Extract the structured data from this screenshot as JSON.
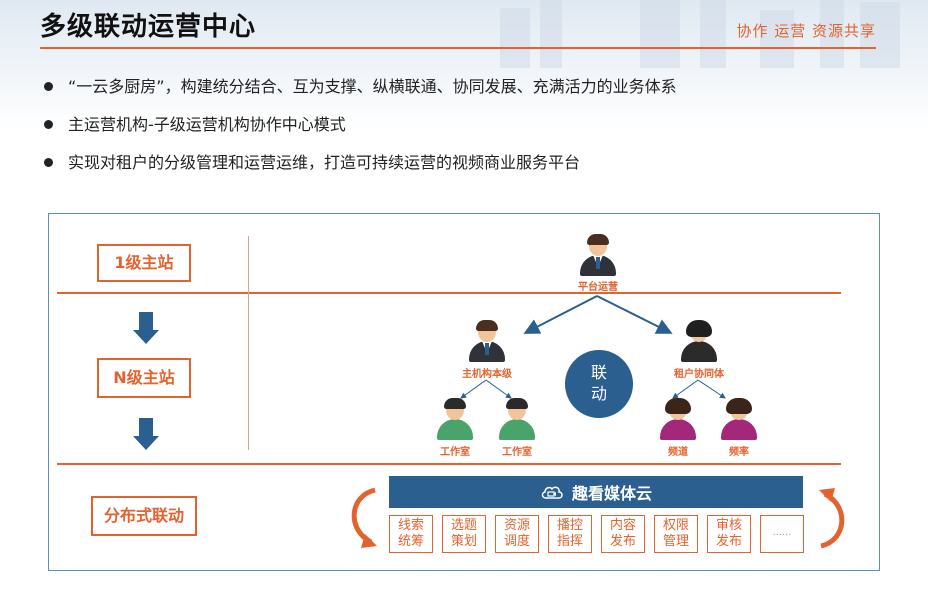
{
  "header": {
    "title": "多级联动运营中心",
    "tagline": "协作 运营 资源共享"
  },
  "bullets": [
    "“一云多厨房”，构建统分结合、互为支撑、纵横联通、协同发展、充满活力的业务体系",
    "主运营机构-子级运营机构协作中心模式",
    "实现对租户的分级管理和运营运维，打造可持续运营的视频商业服务平台"
  ],
  "levels": {
    "level1": "1级主站",
    "levelN": "N级主站",
    "distributed": "分布式联动"
  },
  "roles": {
    "platform_ops": "平台运营",
    "host_org": "主机构本级",
    "tenant_collab": "租户协同体",
    "studio_a": "工作室",
    "studio_b": "工作室",
    "channel": "频道",
    "frequency": "频率"
  },
  "link_circle": [
    "联",
    "动"
  ],
  "platform": {
    "name": "趣看媒体云",
    "icon": "cloud-camera-icon"
  },
  "functions": [
    [
      "线索",
      "统筹"
    ],
    [
      "选题",
      "策划"
    ],
    [
      "资源",
      "调度"
    ],
    [
      "播控",
      "指挥"
    ],
    [
      "内容",
      "发布"
    ],
    [
      "权限",
      "管理"
    ],
    [
      "审核",
      "发布"
    ]
  ],
  "functions_more": "......",
  "colors": {
    "accent": "#e3632f",
    "primary_blue": "#2b5f8f",
    "frame_border": "#5b8fbf"
  }
}
